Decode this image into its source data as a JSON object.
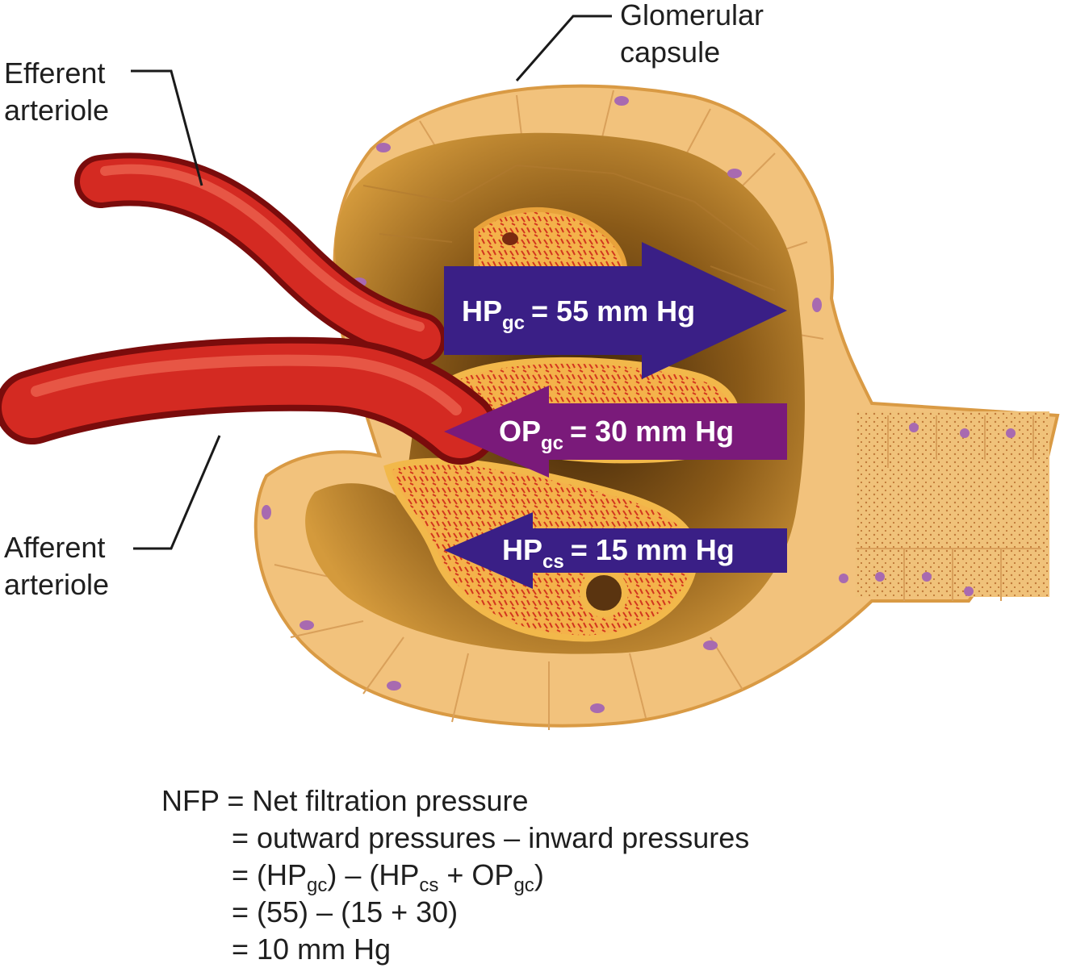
{
  "labels": {
    "efferent": [
      "Efferent",
      "arteriole"
    ],
    "afferent": [
      "Afferent",
      "arteriole"
    ],
    "capsule": [
      "Glomerular",
      "capsule"
    ]
  },
  "arrows": [
    {
      "sym": "HP",
      "sub": "gc",
      "value": "= 55 mm Hg",
      "direction": "out",
      "color": "#3a1f86"
    },
    {
      "sym": "OP",
      "sub": "gc",
      "value": "= 30 mm Hg",
      "direction": "in",
      "color": "#7a1a7a"
    },
    {
      "sym": "HP",
      "sub": "cs",
      "value": "= 15 mm Hg",
      "direction": "in",
      "color": "#3a1f86"
    }
  ],
  "equation": {
    "line1_head": "NFP",
    "line1_rest": "= Net filtration pressure",
    "line2": "= outward pressures – inward pressures",
    "line3": {
      "p1": "= (HP",
      "s1": "gc",
      "p2": ") – (HP",
      "s2": "cs",
      "p3": " + OP",
      "s3": "gc",
      "p4": ")"
    },
    "line4": "= (55) – (15 + 30)",
    "line5": "= 10 mm Hg"
  }
}
